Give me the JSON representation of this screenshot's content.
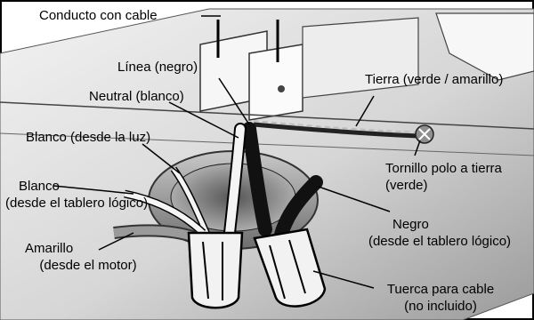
{
  "labels": {
    "conduit": "Conducto con cable",
    "line_black": "Línea (negro)",
    "neutral_white": "Neutral (blanco)",
    "white_from_light": "Blanco (desde la luz)",
    "white_logic_line1": "Blanco",
    "white_logic_line2": "(desde el tablero lógico)",
    "yellow_line1": "Amarillo",
    "yellow_line2": "(desde el motor)",
    "ground_wire": "Tierra (verde / amarillo)",
    "ground_screw_line1": "Tornillo polo a tierra",
    "ground_screw_line2": "(verde)",
    "black_logic_line1": "Negro",
    "black_logic_line2": "(desde el tablero lógico)",
    "wire_nut_line1": "Tuerca para cable",
    "wire_nut_line2": "(no incluido)"
  },
  "colors": {
    "outline": "#000000",
    "background": "#ffffff",
    "panel_light": "#e8e8e8",
    "panel_shadow": "#8f8f8f",
    "wire_black": "#1a1a1a",
    "wire_white": "#f4f4f4",
    "wire_yellow": "#9a9a9a",
    "wire_nut": "#f2f2f2"
  }
}
